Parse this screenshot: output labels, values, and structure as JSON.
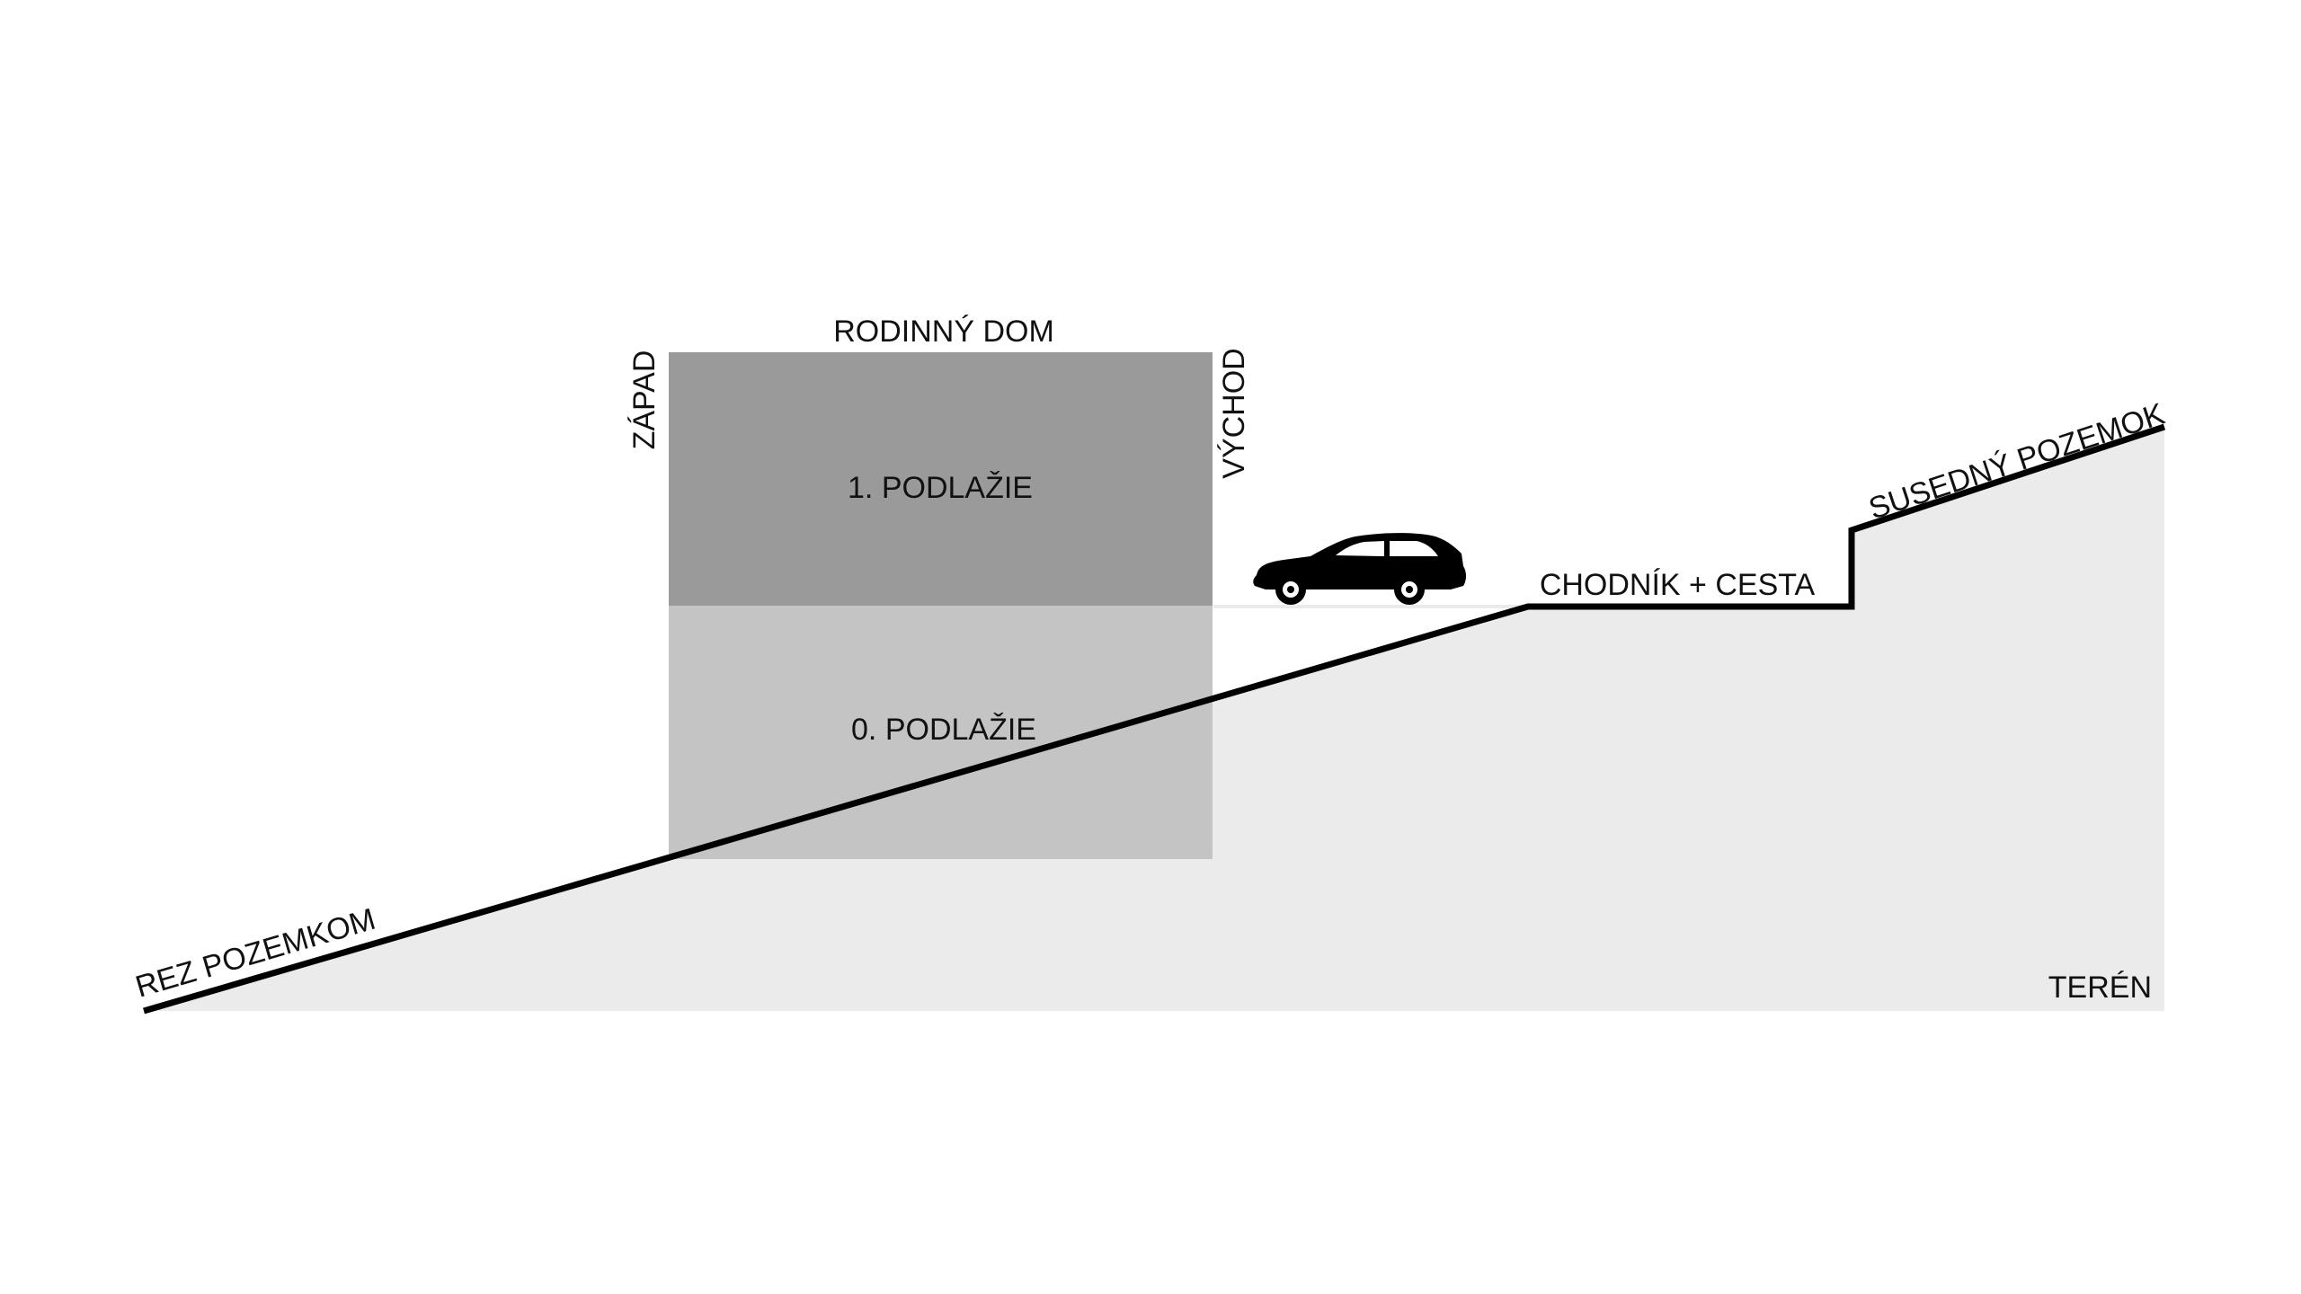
{
  "labels": {
    "house": "RODINNÝ DOM",
    "west": "ZÁPAD",
    "east": "VÝCHOD",
    "floor_1": "1. PODLAŽIE",
    "floor_0": "0. PODLAŽIE",
    "section": "REZ POZEMKOM",
    "sidewalk_road": "CHODNÍK + CESTA",
    "neighbor_plot": "SUSEDNÝ POZEMOK",
    "terrain": "TERÉN"
  },
  "icons": {
    "vehicle": "car-icon"
  },
  "colors": {
    "terrain_fill": "#ebebeb",
    "floor_1": "#9a9a9a",
    "floor_0": "#c4c4c4",
    "line": "#000000"
  }
}
